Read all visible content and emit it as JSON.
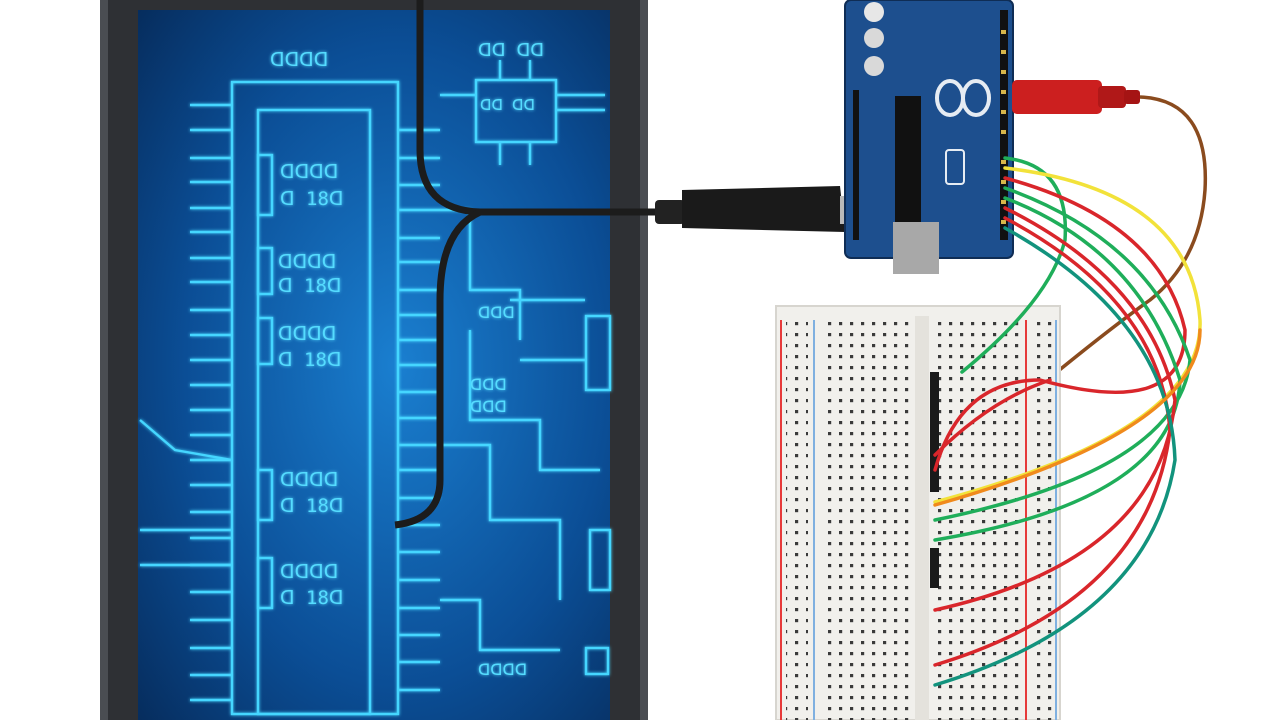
{
  "scene": {
    "description_free": true,
    "colors": {
      "background": "#ffffff",
      "tablet_frame": "#4a4d52",
      "screen_bg": "#0a3f7a",
      "screen_glow": "#3fd3ff",
      "cable": "#1c1c1c",
      "board": "#1d4f8e",
      "usb_red": "#cc1f1f",
      "breadboard": "#f1f0ec",
      "wire_green": "#1fae5a",
      "wire_yellow": "#f2e23a",
      "wire_red": "#d9262b",
      "wire_orange": "#f08a1c",
      "wire_brown": "#8a4b1e",
      "wire_teal": "#12937d"
    },
    "screen_labels": {
      "top_left": "ᗡᗡᗡᗡ",
      "top_right": "ᗡᗡ ᗡᗡ",
      "chip_right_small": "ᗡᗡ ᗡᗡ",
      "pin_labels": [
        "ᗡᗡᗡᗡ",
        "ᗡ 18ᗡ",
        "ᗡᗡᗡᗡ",
        "ᗡ 18ᗡ",
        "ᗡᗡᗡᗡ",
        "ᗡ 18ᗡ",
        "ᗡᗡᗡᗡ",
        "ᗡ 18ᗡ",
        "ᗡᗡᗡᗡ",
        "ᗡ 18ᗡ"
      ],
      "right_labels": [
        "ᗡᗡᗡ",
        "ᗡᗡᗡ",
        "ᗡᗡᗡ",
        "ᗡᗡᗡᗡ"
      ]
    },
    "board_logo_icon": "infinity-logo-icon"
  }
}
